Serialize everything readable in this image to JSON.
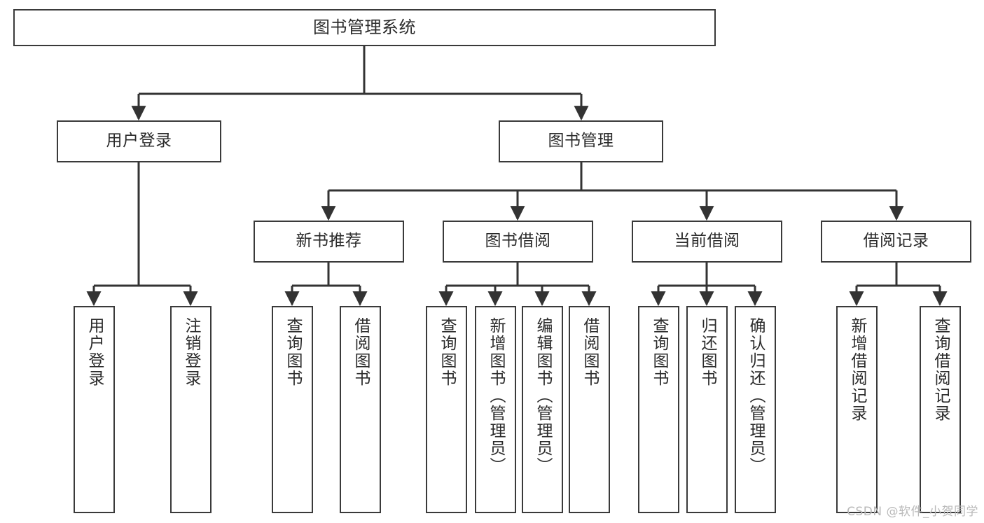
{
  "diagram": {
    "title": "图书管理系统",
    "watermark": "CSDN @软件_小贺同学",
    "colors": {
      "box_border": "#3a3a3a",
      "box_fill": "#ffffff",
      "connector": "#333333",
      "text": "#2b2b2b",
      "watermark": "#b9b9b9",
      "background": "#ffffff"
    },
    "levels": {
      "root": {
        "label": "图书管理系统"
      },
      "level2": [
        {
          "label": "用户登录"
        },
        {
          "label": "图书管理"
        }
      ],
      "level3": [
        {
          "label": "新书推荐"
        },
        {
          "label": "图书借阅"
        },
        {
          "label": "当前借阅"
        },
        {
          "label": "借阅记录"
        }
      ],
      "leaves": [
        {
          "label": "用户登录"
        },
        {
          "label": "注销登录"
        },
        {
          "label": "查询图书"
        },
        {
          "label": "借阅图书"
        },
        {
          "label": "查询图书"
        },
        {
          "label": "新增图书（管理员）"
        },
        {
          "label": "编辑图书（管理员）"
        },
        {
          "label": "借阅图书"
        },
        {
          "label": "查询图书"
        },
        {
          "label": "归还图书"
        },
        {
          "label": "确认归还（管理员）"
        },
        {
          "label": "新增借阅记录"
        },
        {
          "label": "查询借阅记录"
        }
      ]
    }
  }
}
